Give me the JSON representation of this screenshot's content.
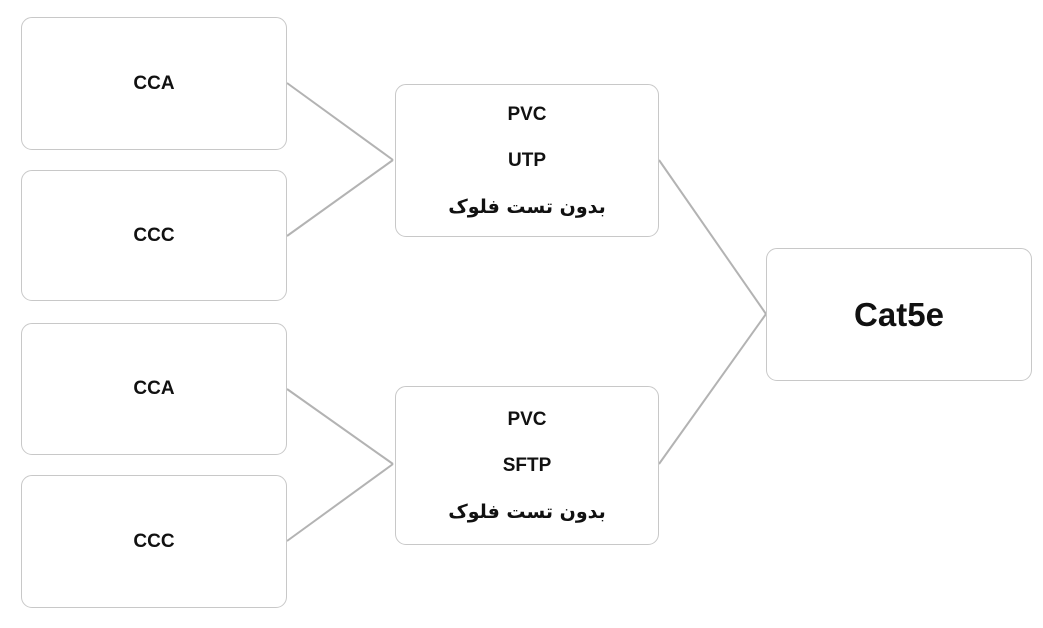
{
  "diagram": {
    "root": {
      "label": "Cat5e"
    },
    "branches": [
      {
        "lines": [
          "PVC",
          "UTP",
          "بدون تست فلوک"
        ],
        "leaves": [
          "CCA",
          "CCC"
        ]
      },
      {
        "lines": [
          "PVC",
          "SFTP",
          "بدون تست فلوک"
        ],
        "leaves": [
          "CCA",
          "CCC"
        ]
      }
    ],
    "colors": {
      "connector": "#b3b3b3",
      "node_border": "#c8c8c8",
      "text": "#111111"
    }
  }
}
